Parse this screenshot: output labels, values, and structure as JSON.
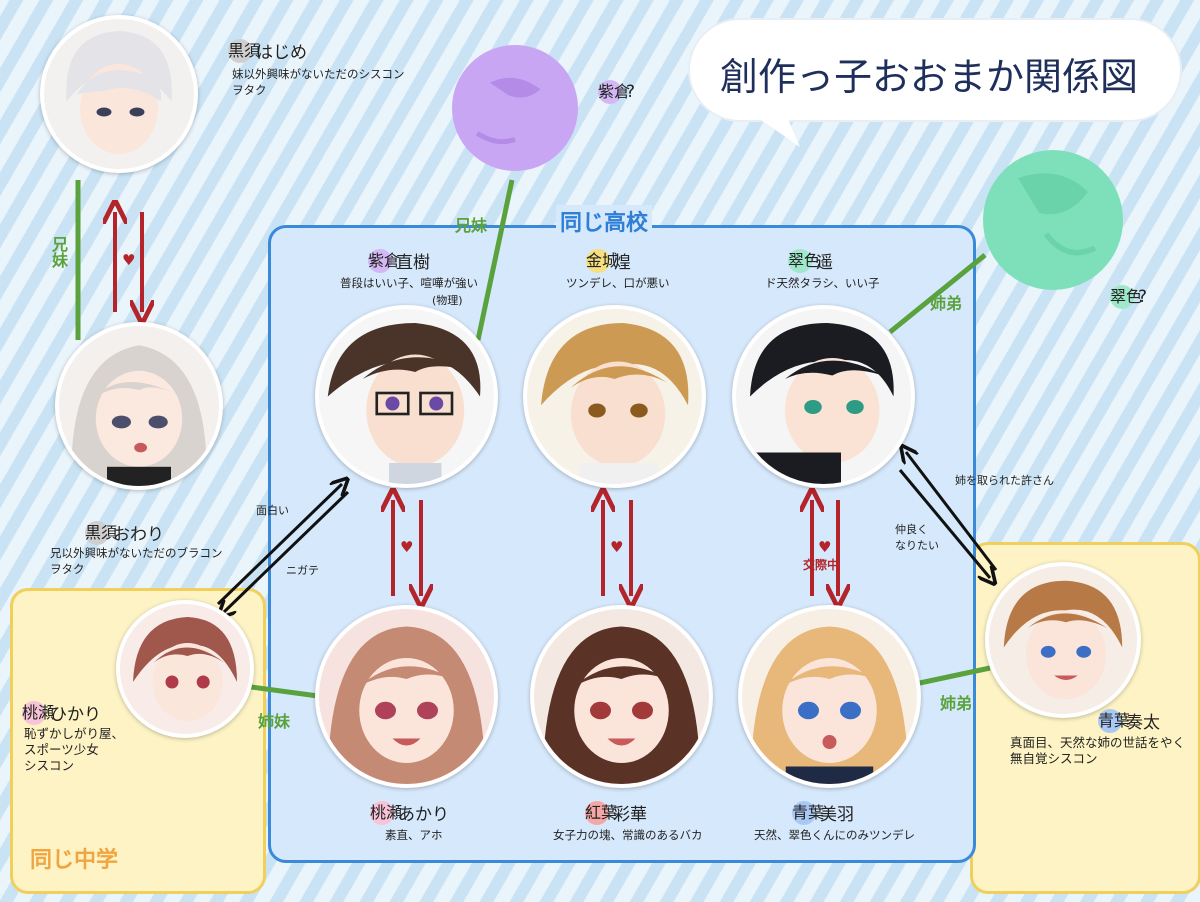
{
  "title": "創作っ子おおまか関係図",
  "groups": {
    "high_school": "同じ高校",
    "middle_school": "同じ中学"
  },
  "colors": {
    "high_school_fill": "#d6e8fb",
    "high_school_border": "#3a8ad9",
    "middle_school_fill": "#fdf3c4",
    "middle_school_border": "#f0cf5b",
    "family_line": "#5aa23d",
    "love_arrow": "#b3252a"
  },
  "characters": {
    "hajime": {
      "surname": "黒須",
      "given": "はじめ",
      "desc1": "妹以外興味がないただのシスコン",
      "desc2": "ヲタク"
    },
    "owari": {
      "surname": "黒須",
      "given": "おわり",
      "desc1": "兄以外興味がないただのブラコン",
      "desc2": "ヲタク"
    },
    "shikura_unknown": {
      "surname": "紫倉",
      "given": "?"
    },
    "naoki": {
      "surname": "紫倉",
      "given": "直樹",
      "desc1": "普段はいい子、喧嘩が強い",
      "desc2": "(物理)"
    },
    "kou": {
      "surname": "金城",
      "given": "煌",
      "desc1": "ツンデレ、口が悪い"
    },
    "haruka": {
      "surname": "翠色",
      "given": "遥",
      "desc1": "ド天然タラシ、いい子"
    },
    "suishoku_unknown": {
      "surname": "翠色",
      "given": "?"
    },
    "hikari": {
      "surname": "桃瀬",
      "given": "ひかり",
      "desc1": "恥ずかしがり屋、",
      "desc2": "スポーツ少女",
      "desc3": "シスコン"
    },
    "akari": {
      "surname": "桃瀬",
      "given": "あかり",
      "desc1": "素直、アホ"
    },
    "ayaka": {
      "surname": "紅葉",
      "given": "彩華",
      "desc1": "女子力の塊、常識のあるバカ"
    },
    "miu": {
      "surname": "青葉",
      "given": "美羽",
      "desc1": "天然、翠色くんにのみツンデレ"
    },
    "souta": {
      "surname": "青葉",
      "given": "奏太",
      "desc1": "真面目、天然な姉の世話をやく",
      "desc2": "無自覚シスコン"
    }
  },
  "relations": {
    "siblings_kurosu": "兄妹",
    "siblings_shikura": "兄妹",
    "siblings_suishoku": "姉弟",
    "sisters_momose": "姉妹",
    "siblings_aoba": "姉弟",
    "dating": "交際中",
    "naoki_to_hikari": "ニガテ",
    "hikari_to_naoki": "面白い",
    "haruka_to_souta": "仲良く\nなりたい",
    "souta_to_haruka": "姉を取られた許さん"
  }
}
